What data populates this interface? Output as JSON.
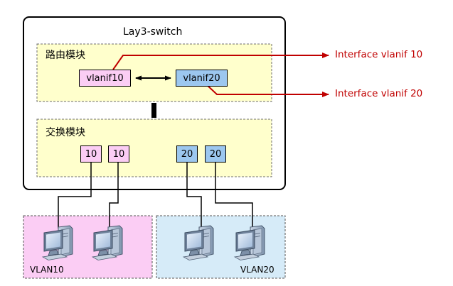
{
  "switch": {
    "title": "Lay3-switch",
    "routing_module_label": "路由模块",
    "switching_module_label": "交换模块"
  },
  "vlanif": [
    {
      "label": "vlanif10",
      "color": "#fbcdf4"
    },
    {
      "label": "vlanif20",
      "color": "#9cc7ef"
    }
  ],
  "ports": [
    {
      "label": "10",
      "vlan": "VLAN10",
      "color": "#fbcdf4"
    },
    {
      "label": "10",
      "vlan": "VLAN10",
      "color": "#fbcdf4"
    },
    {
      "label": "20",
      "vlan": "VLAN20",
      "color": "#9cc7ef"
    },
    {
      "label": "20",
      "vlan": "VLAN20",
      "color": "#9cc7ef"
    }
  ],
  "interfaces": [
    {
      "label": "Interface vlanif 10"
    },
    {
      "label": "Interface vlanif 20"
    }
  ],
  "vlans": [
    {
      "label": "VLAN10",
      "color": "#fbcdf4"
    },
    {
      "label": "VLAN20",
      "color": "#d6ebf8"
    }
  ],
  "colors": {
    "module_fill": "#ffffcc",
    "interface_red": "#c00000"
  }
}
